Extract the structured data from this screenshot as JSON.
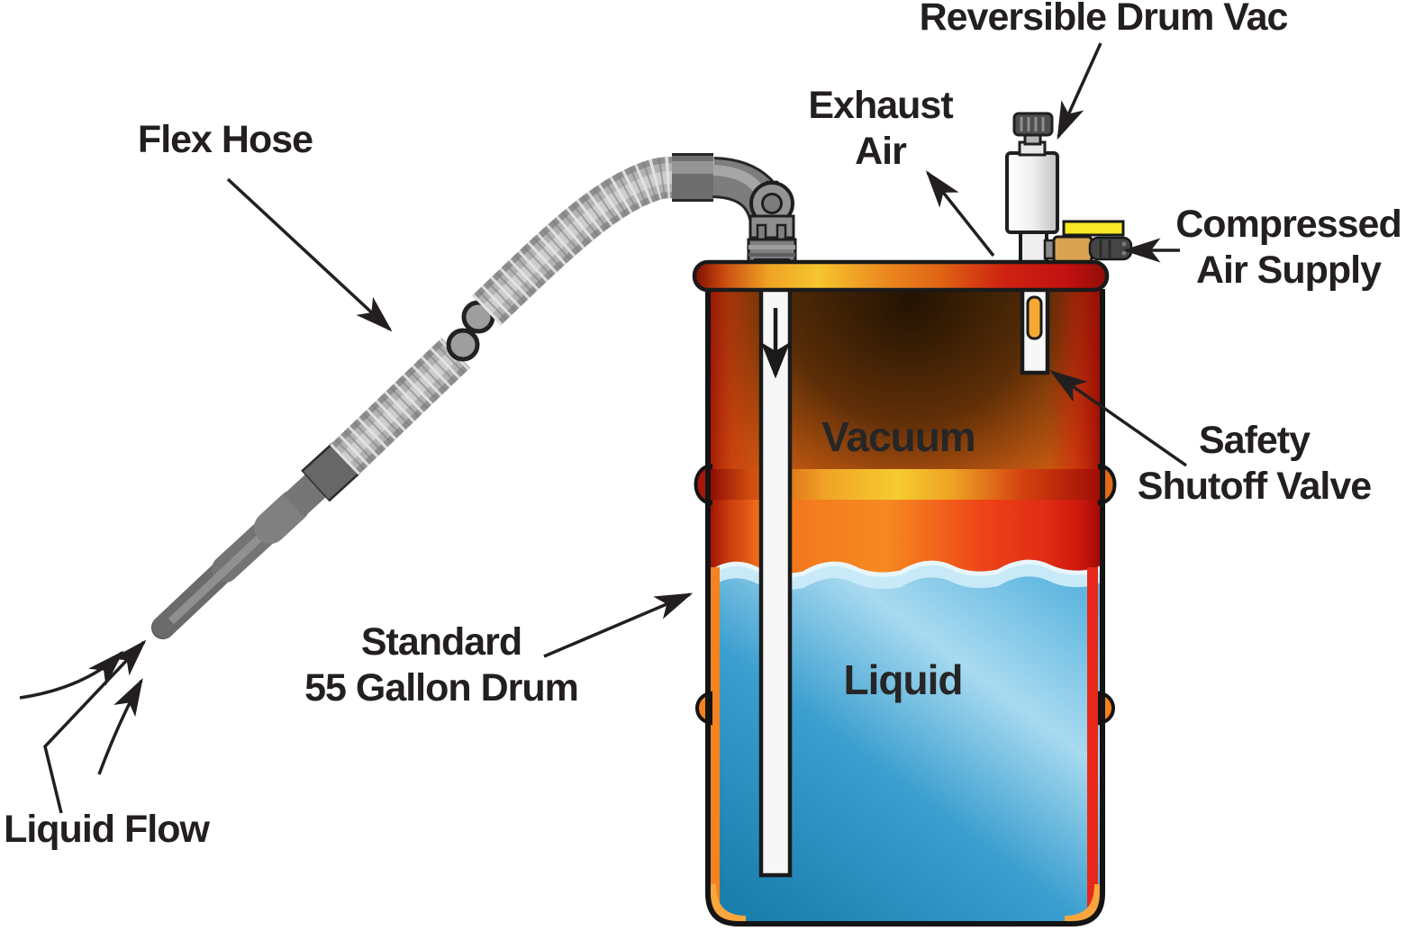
{
  "title": "Reversible Drum Vac system diagram",
  "labels": {
    "reversible_drum_vac": "Reversible Drum Vac",
    "exhaust_air_line1": "Exhaust",
    "exhaust_air_line2": "Air",
    "compressed_air_line1": "Compressed",
    "compressed_air_line2": "Air Supply",
    "safety_valve_line1": "Safety",
    "safety_valve_line2": "Shutoff Valve",
    "flex_hose": "Flex Hose",
    "standard_drum_line1": "Standard",
    "standard_drum_line2": "55 Gallon Drum",
    "liquid_flow": "Liquid Flow",
    "vacuum": "Vacuum",
    "liquid": "Liquid"
  },
  "colors": {
    "text": "#231F20",
    "lid_gold": "#F6C52D",
    "drum_orange": "#F26018",
    "drum_red": "#C41110",
    "band_gold": "#F6CB2F",
    "liquid_blue": "#2E9CCB",
    "liquid_light": "#B5E3F4",
    "rib_orange": "#F5A833",
    "valve_brass": "#D9A352",
    "lever_yellow": "#F9E826",
    "hose_gray": "#A8A8A8",
    "tube_white": "#F7F7F7"
  }
}
